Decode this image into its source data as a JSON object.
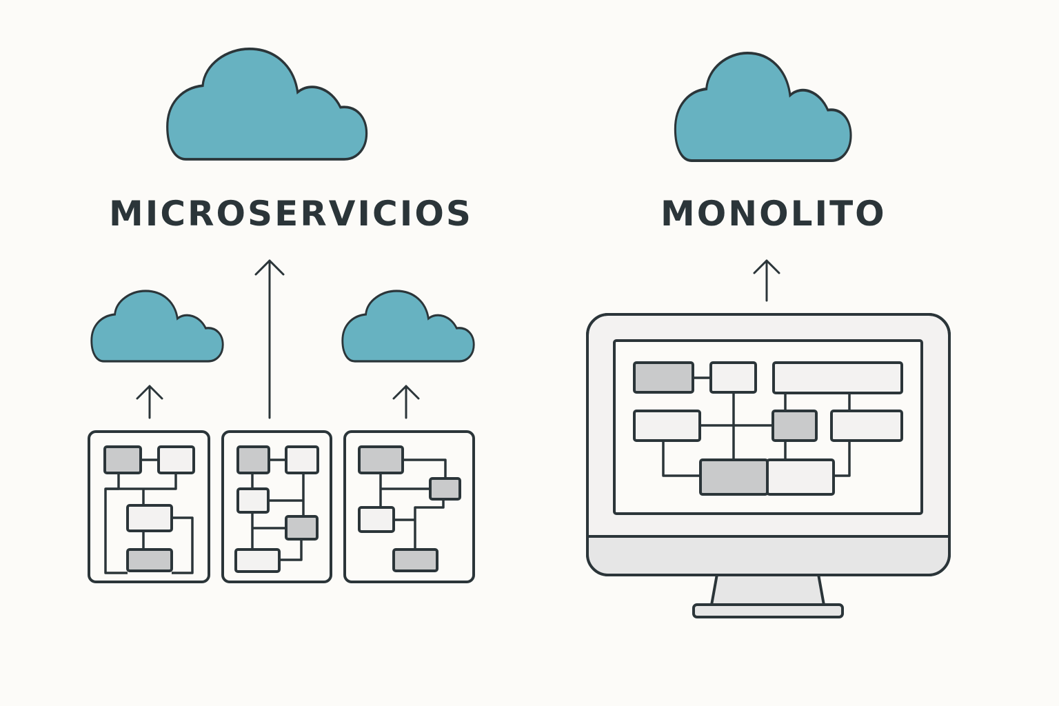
{
  "colors": {
    "background": "#fcfbf8",
    "stroke": "#2b3539",
    "cloud_fill": "#67b2c1",
    "box_dark": "#c9cacb",
    "box_light": "#f3f2f1",
    "monitor_chin": "#e6e6e6"
  },
  "left_panel": {
    "title": "MICROSERVICIOS",
    "main_cloud_icon": "cloud-icon",
    "services": [
      {
        "name": "service-1",
        "cloud": true,
        "arrow": "up-arrow-short"
      },
      {
        "name": "service-2",
        "cloud": false,
        "arrow": "up-arrow-long"
      },
      {
        "name": "service-3",
        "cloud": true,
        "arrow": "up-arrow-short"
      }
    ]
  },
  "right_panel": {
    "title": "MONOLITO",
    "main_cloud_icon": "cloud-icon",
    "device_icon": "monitor-icon",
    "arrow": "up-arrow"
  }
}
